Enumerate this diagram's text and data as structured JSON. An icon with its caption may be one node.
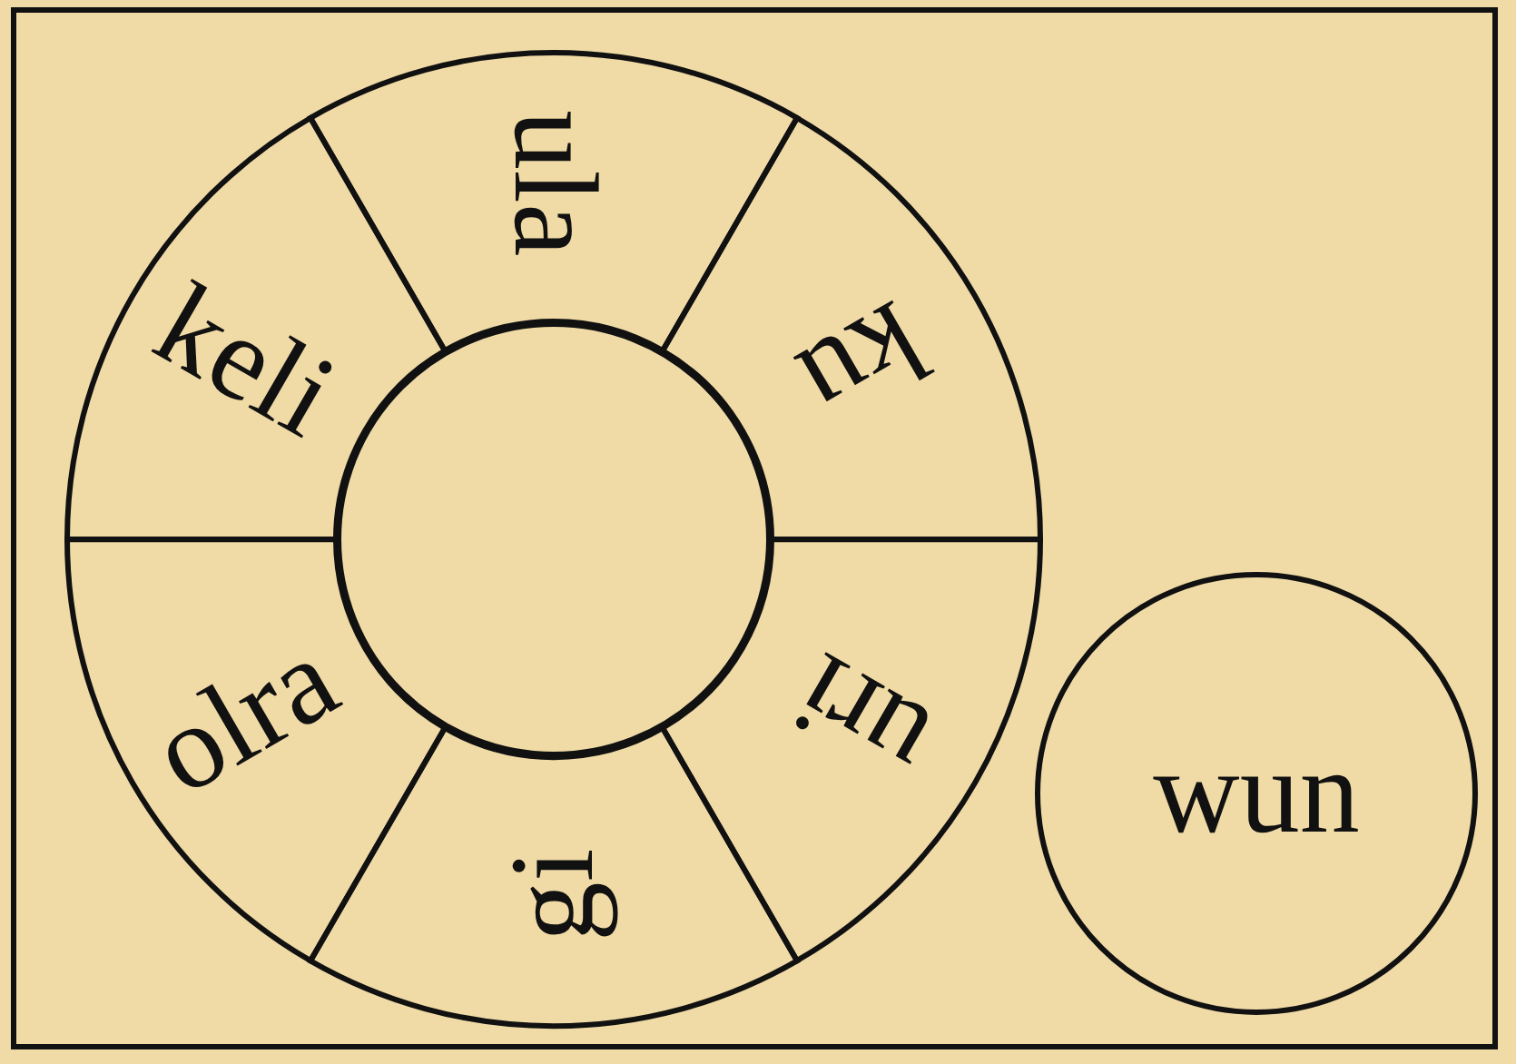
{
  "diagram": {
    "nodes": [
      {
        "text": [
          "ula"
        ]
      },
      {
        "text": [
          "ku"
        ]
      },
      {
        "text": [
          "uri"
        ]
      },
      {
        "text": [
          "gi"
        ]
      },
      {
        "text": [
          "olra"
        ]
      },
      {
        "text": [
          "keli"
        ]
      },
      {
        "text": [],
        "shape": "circle"
      },
      {
        "text": [
          "wun"
        ]
      }
    ]
  }
}
